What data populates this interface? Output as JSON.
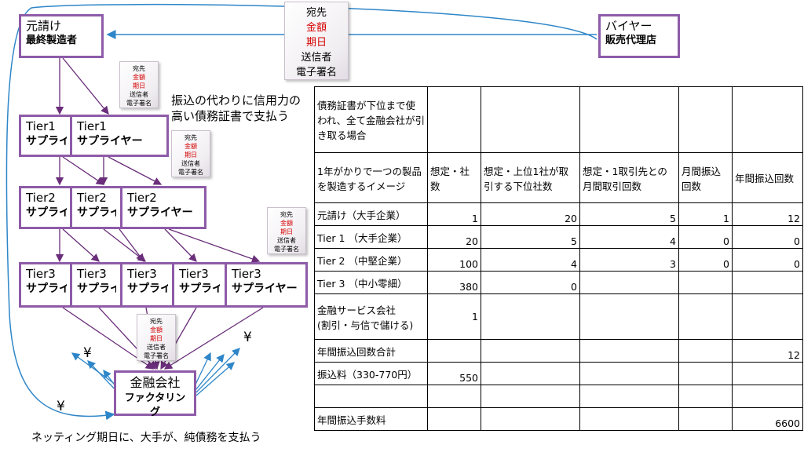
{
  "nodes": {
    "motouke": {
      "line1": "元請け",
      "line2": "最終製造者"
    },
    "buyer": {
      "line1": "バイヤー",
      "line2": "販売代理店"
    },
    "tier1a": {
      "line1": "Tier1",
      "line2": "サプライ"
    },
    "tier1b": {
      "line1": "Tier1",
      "line2": "サプライヤー"
    },
    "tier2a": {
      "line1": "Tier2",
      "line2": "サプライ"
    },
    "tier2b": {
      "line1": "Tier2",
      "line2": "サプライ"
    },
    "tier2c": {
      "line1": "Tier2",
      "line2": "サプライヤー"
    },
    "tier3a": {
      "line1": "Tier3",
      "line2": "サプライ"
    },
    "tier3b": {
      "line1": "Tier3",
      "line2": "サプライ"
    },
    "tier3c": {
      "line1": "Tier3",
      "line2": "サプライ"
    },
    "tier3d": {
      "line1": "Tier3",
      "line2": "サプライ"
    },
    "tier3e": {
      "line1": "Tier3",
      "line2": "サプライヤー"
    },
    "finance": {
      "line1": "金融会社",
      "line2": "ファクタリング"
    }
  },
  "document": {
    "line1": "宛先",
    "line2": "金額",
    "line3": "期日",
    "line4": "送信者",
    "line5": "電子署名"
  },
  "notes": {
    "credit": "振込の代わりに信用力の\n高い債務証書で支払う",
    "netting": "ネッティング期日に、大手が、純債務を支払う"
  },
  "yen_symbol": "¥",
  "colors": {
    "box_border": "#8e5ba8",
    "arrow_purple": "#6a2e7a",
    "arrow_blue": "#2e86c8",
    "document_red": "#d40000"
  },
  "table": {
    "caption": "債務証書が下位まで使われ、全て金融会社が引き取る場合",
    "headers": [
      "1年がかりで一つの製品を製造するイメージ",
      "想定・社数",
      "想定・上位1社が取引する下位社数",
      "想定・1取引先との月間取引回数",
      "月間振込回数",
      "年間振込回数"
    ],
    "rows": [
      [
        "元請け（大手企業）",
        "1",
        "20",
        "5",
        "1",
        "12"
      ],
      [
        "Tier 1 （大手企業）",
        "20",
        "5",
        "4",
        "0",
        "0"
      ],
      [
        "Tier 2 （中堅企業）",
        "100",
        "4",
        "3",
        "0",
        "0"
      ],
      [
        "Tier 3 （中小零細）",
        "380",
        "0",
        "",
        "",
        ""
      ],
      [
        "金融サービス会社\n(割引・与信で儲ける)",
        "1",
        "",
        "",
        "",
        ""
      ],
      [
        "年間振込回数合計",
        "",
        "",
        "",
        "",
        "12"
      ],
      [
        "振込料（330-770円）",
        "550",
        "",
        "",
        "",
        ""
      ],
      [
        "",
        "",
        "",
        "",
        "",
        ""
      ],
      [
        "年間振込手数料",
        "",
        "",
        "",
        "",
        "6600"
      ]
    ]
  }
}
